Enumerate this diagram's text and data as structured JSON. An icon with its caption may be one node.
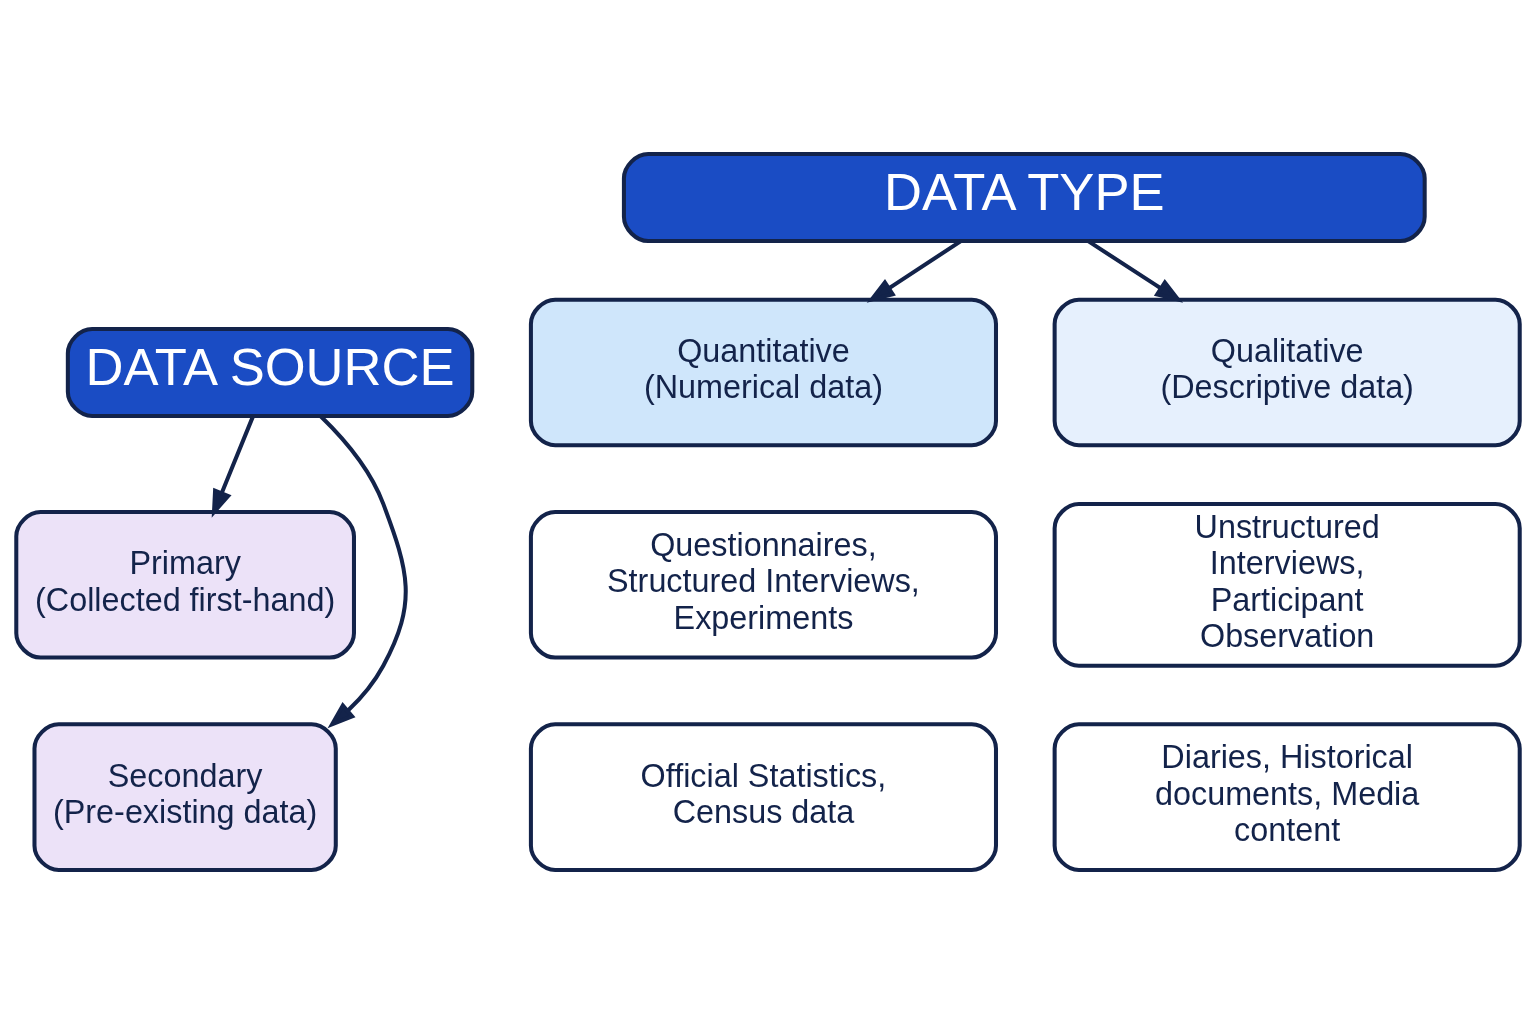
{
  "diagram": {
    "nodes": [
      {
        "text": [
          "DATA TYPE"
        ]
      },
      {
        "text": [
          "Quantitative",
          "(Numerical data)"
        ]
      },
      {
        "text": [
          "Qualitative",
          "(Descriptive data)"
        ]
      },
      {
        "text": [
          "DATA SOURCE"
        ]
      },
      {
        "text": [
          "Primary",
          "(Collected first-hand)"
        ]
      },
      {
        "text": [
          "Secondary",
          "(Pre-existing data)"
        ]
      },
      {
        "text": [
          "Questionnaires, Structured Interviews, Experiments"
        ]
      },
      {
        "text": [
          "Unstructured Interviews, Participant Observation"
        ]
      },
      {
        "text": [
          "Official Statistics, Census data"
        ]
      },
      {
        "text": [
          "Diaries, Historical documents, Media content"
        ]
      }
    ],
    "edges": [
      {
        "from": 0,
        "to": 1,
        "arrow": "to"
      },
      {
        "from": 0,
        "to": 2,
        "arrow": "to"
      },
      {
        "from": 3,
        "to": 4,
        "arrow": "to"
      },
      {
        "from": 3,
        "to": 5,
        "arrow": "to"
      }
    ]
  }
}
